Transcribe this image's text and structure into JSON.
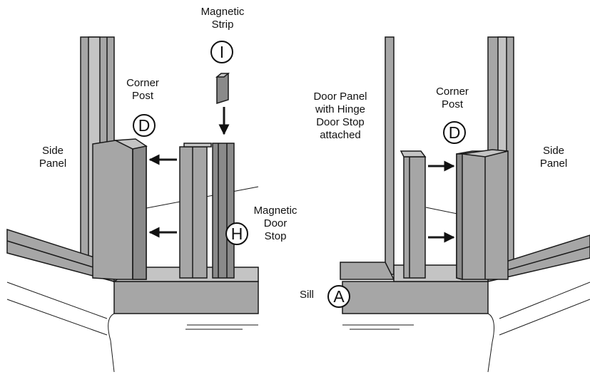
{
  "colors": {
    "part_fill": "#a6a6a6",
    "part_dark": "#8a8a8a",
    "part_light": "#c4c4c4",
    "outline": "#1a1a1a",
    "background": "#ffffff"
  },
  "left_view": {
    "magnetic_strip_label": [
      "Magnetic",
      "Strip"
    ],
    "magnetic_strip_callout": "I",
    "corner_post_label": [
      "Corner",
      "Post"
    ],
    "corner_post_callout": "D",
    "side_panel_label": [
      "Side",
      "Panel"
    ],
    "magnetic_door_stop_label": [
      "Magnetic",
      "Door",
      "Stop"
    ],
    "magnetic_door_stop_callout": "H"
  },
  "right_view": {
    "door_panel_label": [
      "Door Panel",
      "with Hinge",
      "Door Stop",
      "attached"
    ],
    "corner_post_label": [
      "Corner",
      "Post"
    ],
    "corner_post_callout": "D",
    "side_panel_label": [
      "Side",
      "Panel"
    ],
    "sill_label": "Sill",
    "sill_callout": "A"
  }
}
